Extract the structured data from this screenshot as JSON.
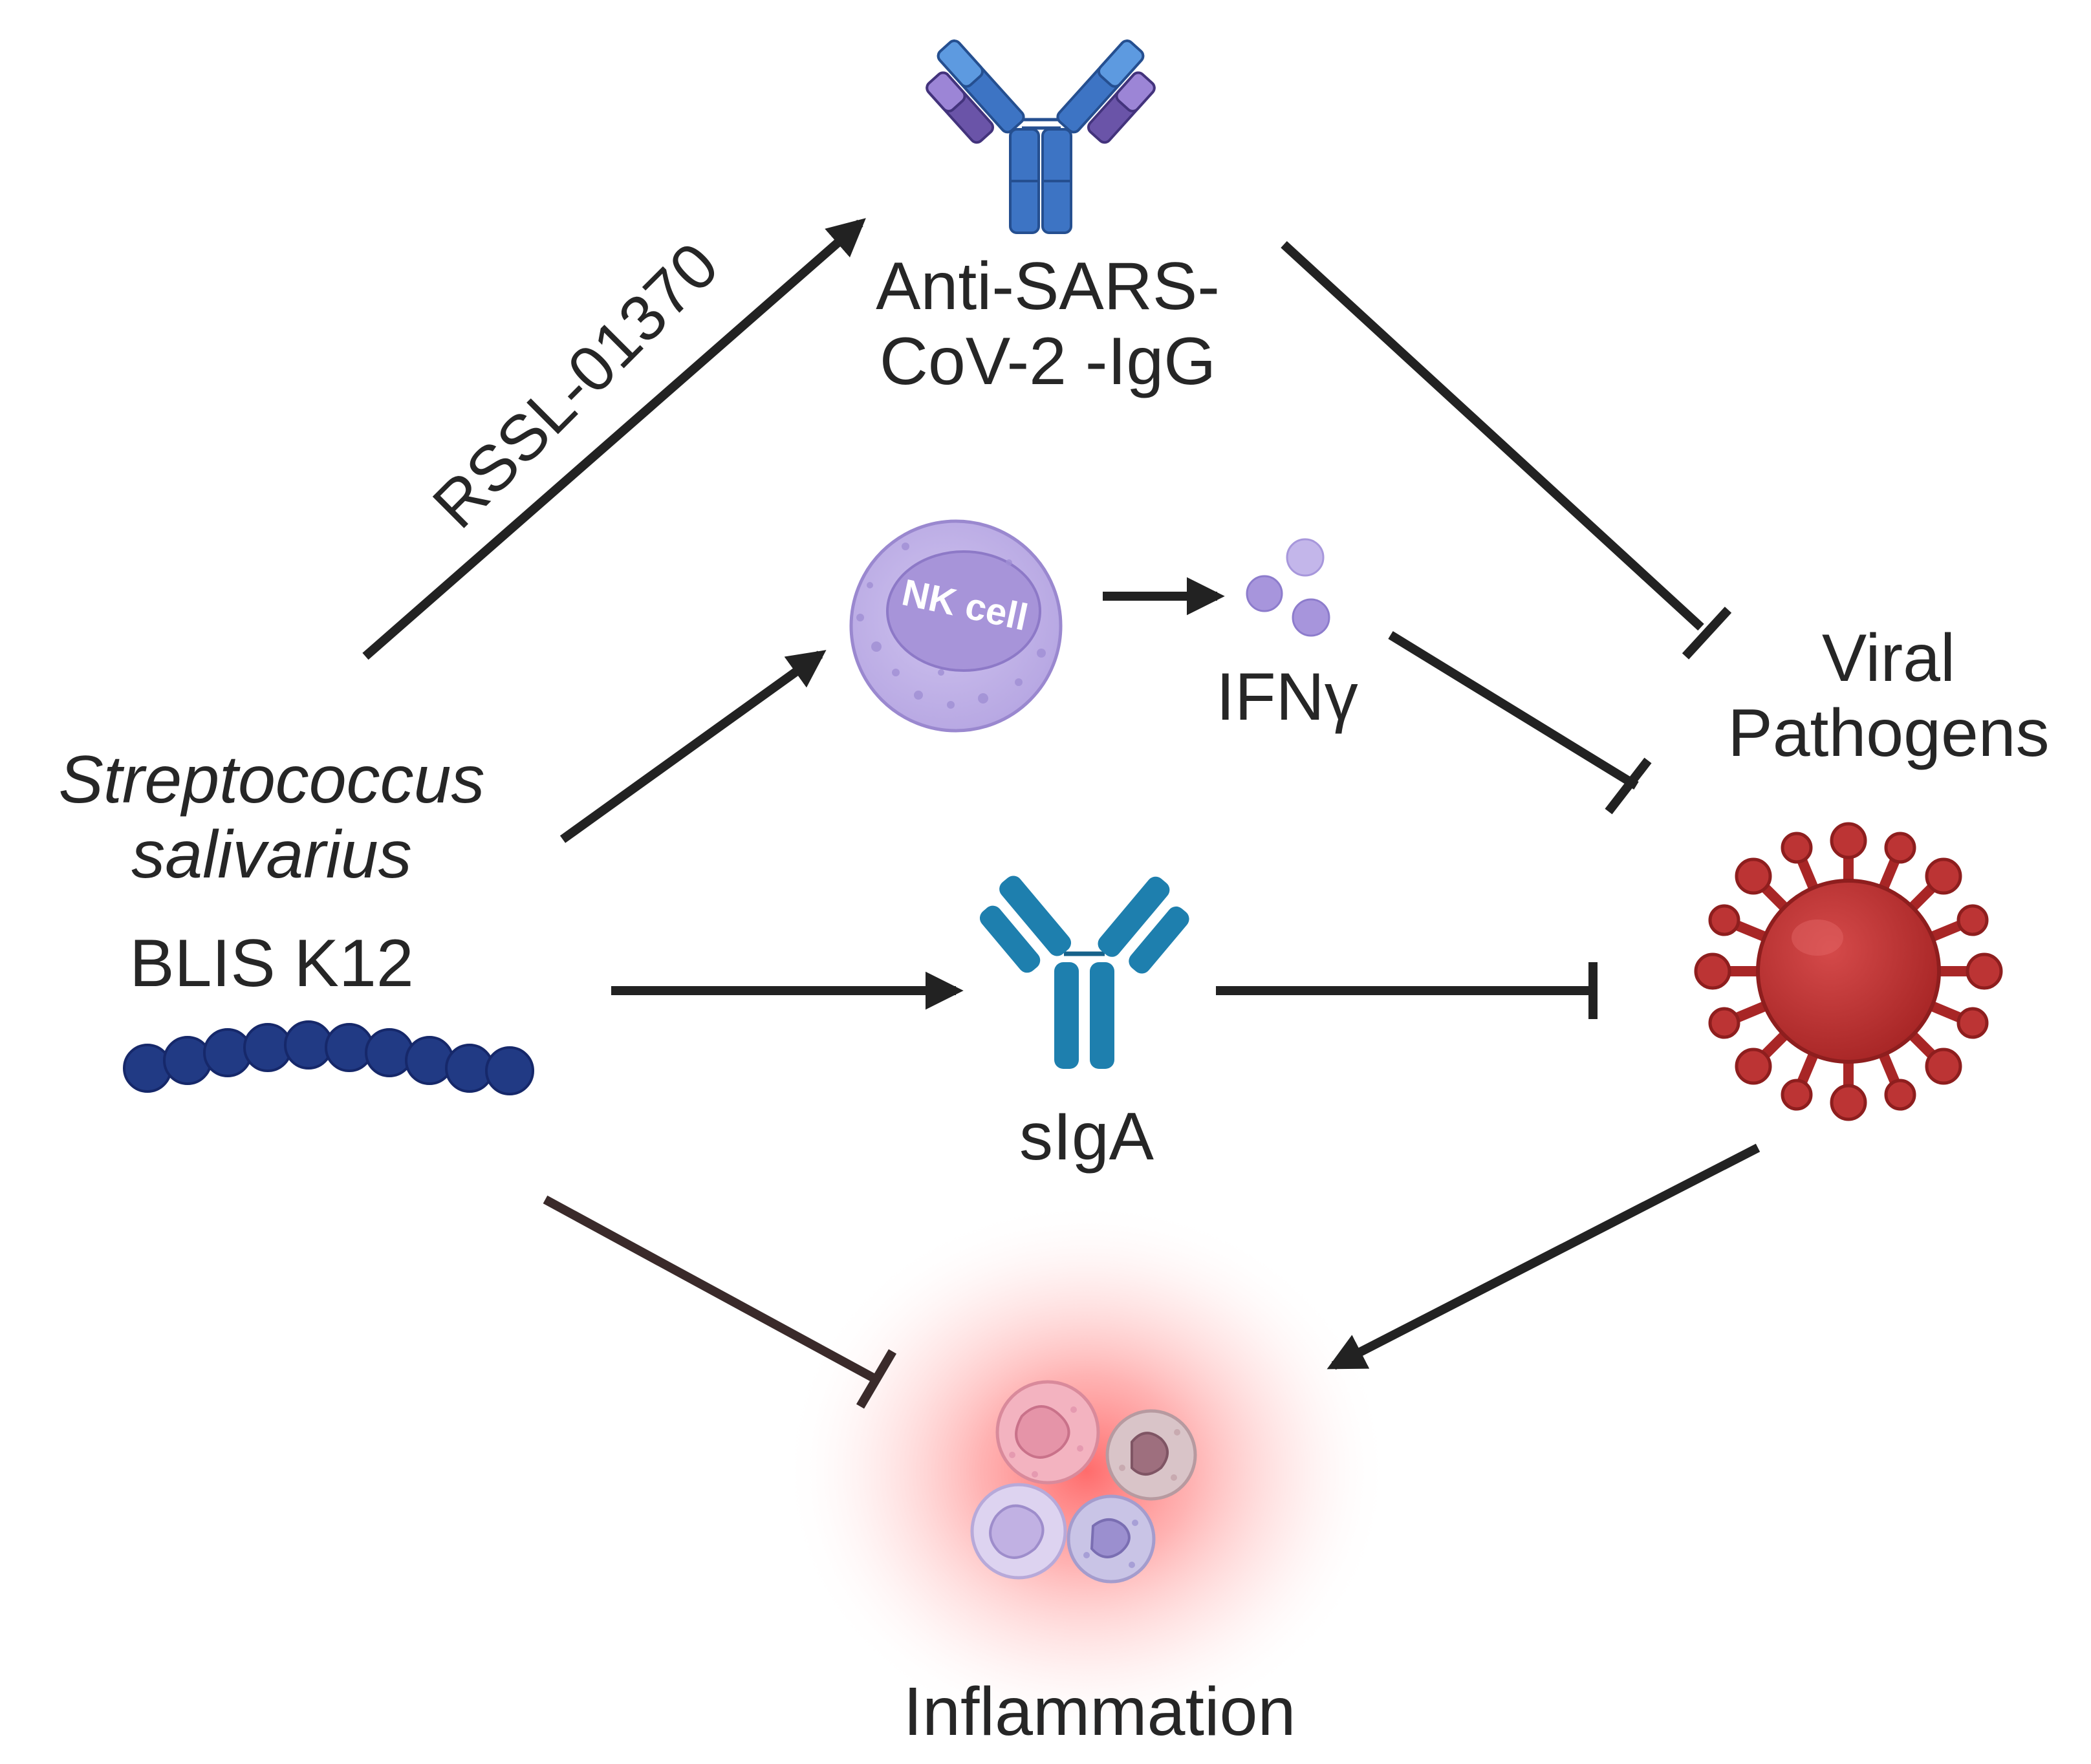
{
  "labels": {
    "anti_igg": [
      "Anti-SARS-",
      "CoV-2 -IgG"
    ],
    "rssl": "RSSL-01370",
    "nk_cell": "NK cell",
    "ifn": "IFNγ",
    "strep_italic": [
      "Streptococcus",
      "salivarius"
    ],
    "strep_strain": "BLIS K12",
    "viral": [
      "Viral",
      "Pathogens"
    ],
    "siga": "sIgA",
    "inflammation": "Inflammation"
  },
  "colors": {
    "arrow": "#222222",
    "inhibitor_inflammation": "#3a2a2a",
    "igg_blue": "#3d74c4",
    "igg_light_blue": "#5d9ae0",
    "igg_purple": "#6a54a8",
    "igg_light_purple": "#9c85d6",
    "siga_teal": "#1e7fae",
    "nk_outer": "#c4b6e8",
    "nk_inner": "#a897d8",
    "ifn_dots": "#a795dc",
    "bacteria": "#213a84",
    "virus": "#bc3434",
    "inflammation_glow": "#ff6b6b",
    "immune_cells": "#d9a6b8"
  },
  "icons": [
    "igg-antibody-icon",
    "nk-cell-icon",
    "ifn-gamma-molecules-icon",
    "siga-antibody-icon",
    "bacteria-chain-icon",
    "virus-icon",
    "inflammatory-cells-icon"
  ]
}
